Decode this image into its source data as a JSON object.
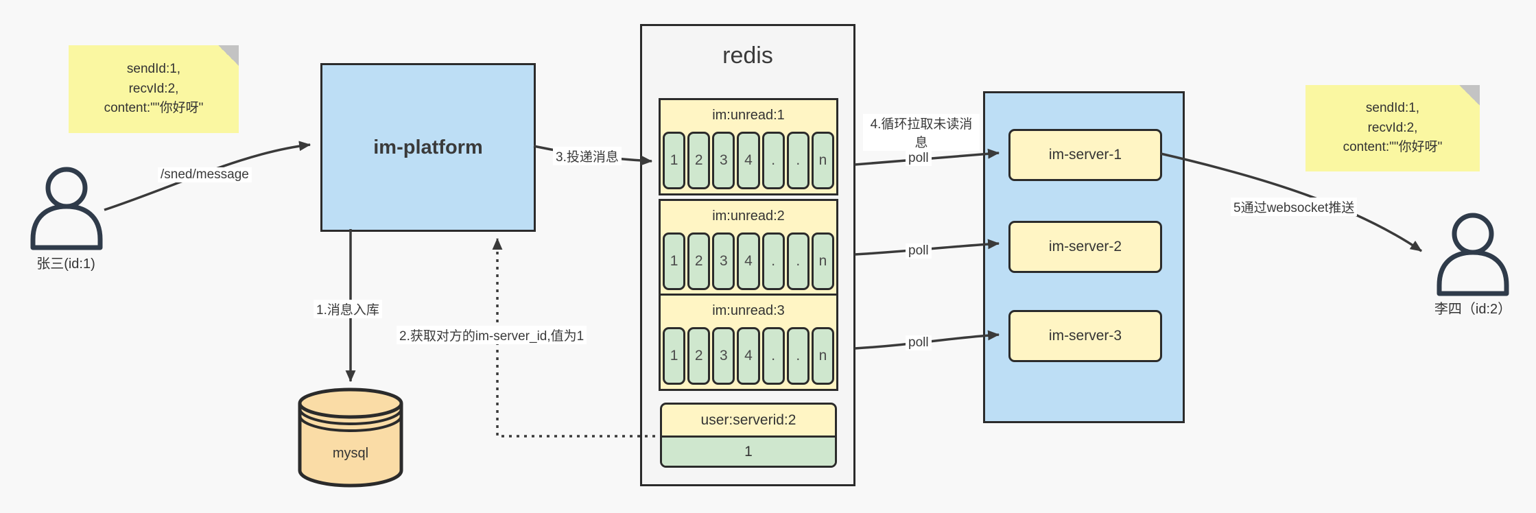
{
  "notes": {
    "left": {
      "lines": [
        "sendId:1,",
        "recvId:2,",
        "content:\"\"你好呀\""
      ]
    },
    "right": {
      "lines": [
        "sendId:1,",
        "recvId:2,",
        "content:\"\"你好呀\""
      ]
    }
  },
  "actors": {
    "sender": {
      "label": "张三(id:1)"
    },
    "receiver": {
      "label": "李四（id:2）"
    }
  },
  "platform": {
    "label": "im-platform"
  },
  "database": {
    "label": "mysql"
  },
  "redis": {
    "title": "redis",
    "queues": [
      {
        "title": "im:unread:1",
        "cells": [
          "1",
          "2",
          "3",
          "4",
          ".",
          ".",
          "n"
        ]
      },
      {
        "title": "im:unread:2",
        "cells": [
          "1",
          "2",
          "3",
          "4",
          ".",
          ".",
          "n"
        ]
      },
      {
        "title": "im:unread:3",
        "cells": [
          "1",
          "2",
          "3",
          "4",
          ".",
          ".",
          "n"
        ]
      }
    ],
    "mapping": {
      "title": "user:serverid:2",
      "value": "1"
    }
  },
  "servers": [
    {
      "label": "im-server-1"
    },
    {
      "label": "im-server-2"
    },
    {
      "label": "im-server-3"
    }
  ],
  "edges": {
    "send": "/sned/message",
    "store": "1.消息入库",
    "lookup": "2.获取对方的im-server_id,值为1",
    "deliver": "3.投递消息",
    "poll_caption": "4.循环拉取未读消息",
    "poll": "poll",
    "push": "5通过websocket推送"
  },
  "colors": {
    "note_yellow": "#faf7a1",
    "box_yellow": "#fff5c4",
    "cell_green": "#cfe7ce",
    "box_blue": "#bddef5",
    "db_orange": "#fadca6",
    "line_dark": "#3a3a3a"
  }
}
